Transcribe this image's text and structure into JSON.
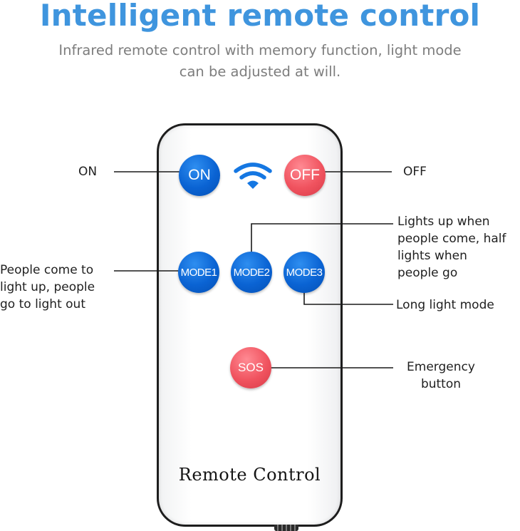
{
  "header": {
    "title": "Intelligent remote control",
    "subtitle_line1": "Infrared remote control with memory function, light mode",
    "subtitle_line2": "can be adjusted at will."
  },
  "colors": {
    "title": "#3f95de",
    "button_blue": "#0a63d3",
    "button_red": "#f0535f"
  },
  "remote": {
    "label": "Remote Control",
    "signal_icon": "wifi-signal-icon",
    "buttons": {
      "on": "ON",
      "off": "OFF",
      "mode1": "MODE1",
      "mode2": "MODE2",
      "mode3": "MODE3",
      "sos": "SOS"
    }
  },
  "callouts": {
    "on": "ON",
    "off": "OFF",
    "mode1": [
      "People come to",
      "light up, people",
      "go to light out"
    ],
    "mode2": [
      "Lights up when",
      "people come, half",
      "lights when",
      "people go"
    ],
    "mode3": "Long light mode",
    "sos": [
      "Emergency",
      "button"
    ]
  }
}
